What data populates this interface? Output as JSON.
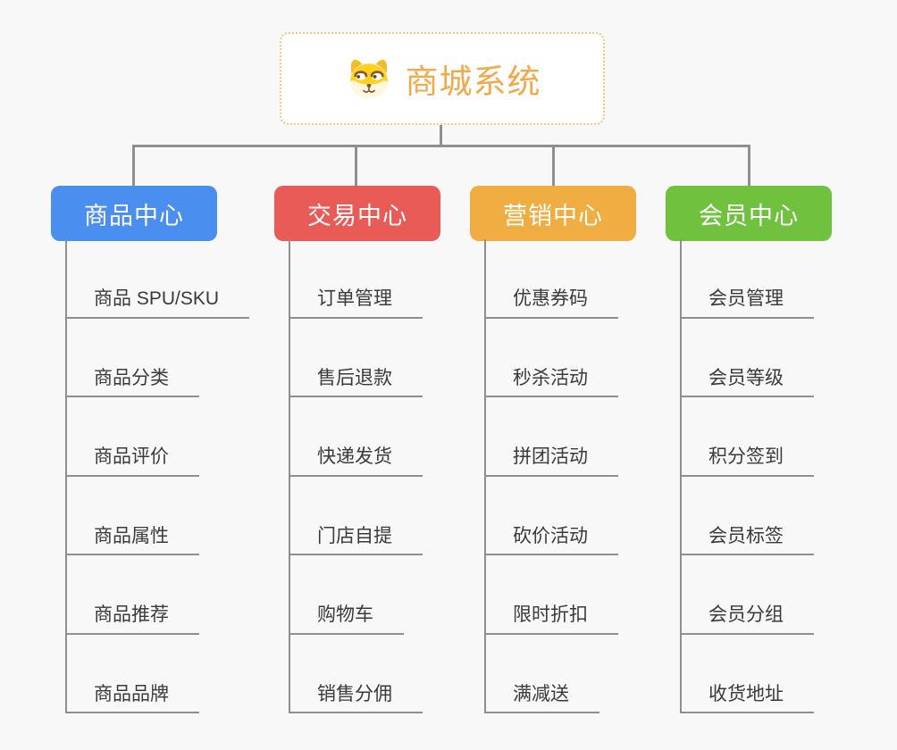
{
  "root": {
    "title": "商城系统",
    "icon": "dog-face-icon",
    "title_color": "#F2A94C",
    "border_color": "#F6C678"
  },
  "branches": [
    {
      "label": "商品中心",
      "color": "#4A8FF0",
      "children": [
        "商品 SPU/SKU",
        "商品分类",
        "商品评价",
        "商品属性",
        "商品推荐",
        "商品品牌"
      ]
    },
    {
      "label": "交易中心",
      "color": "#E85B57",
      "children": [
        "订单管理",
        "售后退款",
        "快递发货",
        "门店自提",
        "购物车",
        "销售分佣"
      ]
    },
    {
      "label": "营销中心",
      "color": "#EFAD42",
      "children": [
        "优惠券码",
        "秒杀活动",
        "拼团活动",
        "砍价活动",
        "限时折扣",
        "满减送"
      ]
    },
    {
      "label": "会员中心",
      "color": "#70C13E",
      "children": [
        "会员管理",
        "会员等级",
        "积分签到",
        "会员标签",
        "会员分组",
        "收货地址"
      ]
    }
  ],
  "colors": {
    "background": "#F8F8F8",
    "connector_line": "#8F8F8F",
    "leaf_text": "#3A3A3A"
  }
}
